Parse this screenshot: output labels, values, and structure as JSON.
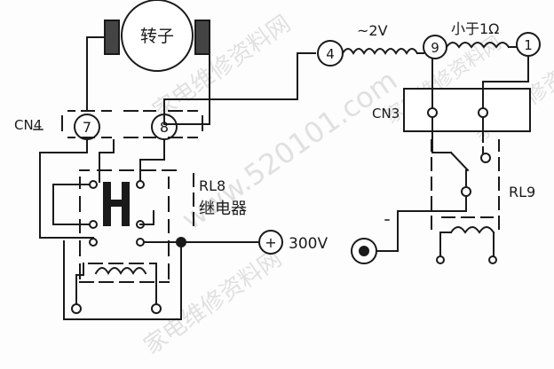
{
  "labels": {
    "motor": "转子",
    "cn4": "CN4",
    "cn3": "CN3",
    "rl8": "RL8",
    "relay": "继电器",
    "rl9": "RL9",
    "v300": "300V",
    "v2": "~2V",
    "ohm": "小于1Ω"
  },
  "terminals": {
    "t7": "7",
    "t8": "8",
    "t4": "4",
    "t9": "9",
    "t1": "1",
    "plus": "+"
  },
  "watermarks": {
    "w1": "家电维修资料网",
    "w2": "www.520101.com",
    "w3": "家电维修资料网",
    "w4": "家电维修资料网",
    "w5": "家电维修资料网"
  },
  "colors": {
    "ink": "#1a1a1a",
    "watermark": "#c9c9c9"
  }
}
